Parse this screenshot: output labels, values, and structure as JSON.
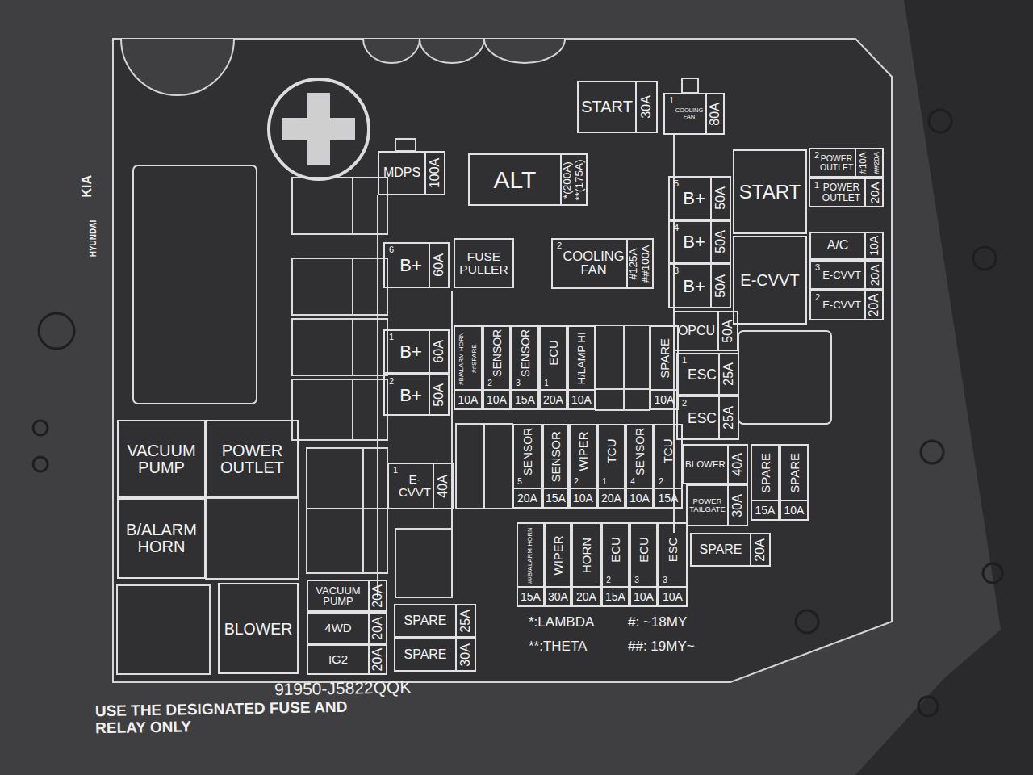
{
  "diagram": {
    "nodes": [
      {
        "text": [
          "START",
          "30A"
        ]
      },
      {
        "text": [
          "1",
          "COOLING FAN",
          "80A"
        ]
      },
      {
        "text": [
          "MDPS",
          "100A"
        ]
      },
      {
        "text": [
          "ALT",
          "*(200A)",
          "**(175A)"
        ]
      },
      {
        "text": [
          "START"
        ]
      },
      {
        "text": [
          "2",
          "POWER OUTLET",
          "#10A",
          "##20A"
        ]
      },
      {
        "text": [
          "1",
          "POWER OUTLET",
          "20A"
        ]
      },
      {
        "text": [
          "5",
          "B+",
          "50A"
        ]
      },
      {
        "text": [
          "4",
          "B+",
          "50A"
        ]
      },
      {
        "text": [
          "6",
          "B+",
          "60A"
        ]
      },
      {
        "text": [
          "FUSE PULLER"
        ]
      },
      {
        "text": [
          "2",
          "COOLING FAN",
          "#125A",
          "##100A"
        ]
      },
      {
        "text": [
          "A/C",
          "10A"
        ]
      },
      {
        "text": [
          "3",
          "B+",
          "50A"
        ]
      },
      {
        "text": [
          "E-CVVT"
        ]
      },
      {
        "text": [
          "3",
          "E-CVVT",
          "20A"
        ]
      },
      {
        "text": [
          "2",
          "E-CVVT",
          "20A"
        ]
      },
      {
        "text": [
          "OPCU",
          "50A"
        ]
      },
      {
        "text": [
          "1",
          "B+",
          "60A"
        ]
      },
      {
        "text": [
          "#B/ALARM HORN",
          "##SPARE",
          "10A"
        ]
      },
      {
        "text": [
          "2",
          "SENSOR",
          "10A"
        ]
      },
      {
        "text": [
          "3",
          "SENSOR",
          "15A"
        ]
      },
      {
        "text": [
          "1",
          "ECU",
          "20A"
        ]
      },
      {
        "text": [
          "H/LAMP HI",
          "10A"
        ]
      },
      {
        "text": [
          "SPARE",
          "10A"
        ]
      },
      {
        "text": [
          "1",
          "ESC",
          "25A"
        ]
      },
      {
        "text": [
          "2",
          "B+",
          "50A"
        ]
      },
      {
        "text": [
          "2",
          "ESC",
          "25A"
        ]
      },
      {
        "text": [
          "VACUUM PUMP"
        ]
      },
      {
        "text": [
          "POWER OUTLET"
        ]
      },
      {
        "text": [
          "1",
          "E- CVVT",
          "40A"
        ]
      },
      {
        "text": [
          "5",
          "SENSOR",
          "20A"
        ]
      },
      {
        "text": [
          "SENSOR",
          "15A"
        ]
      },
      {
        "text": [
          "2",
          "WIPER",
          "10A"
        ]
      },
      {
        "text": [
          "1",
          "TCU",
          "20A"
        ]
      },
      {
        "text": [
          "4",
          "SENSOR",
          "10A"
        ]
      },
      {
        "text": [
          "2",
          "TCU",
          "15A"
        ]
      },
      {
        "text": [
          "BLOWER",
          "40A"
        ]
      },
      {
        "text": [
          "SPARE",
          "15A"
        ]
      },
      {
        "text": [
          "SPARE",
          "10A"
        ]
      },
      {
        "text": [
          "POWER TAILGATE",
          "30A"
        ]
      },
      {
        "text": [
          "B/ALARM HORN"
        ]
      },
      {
        "text": [
          "##B/ALARM HORN",
          "15A"
        ]
      },
      {
        "text": [
          "WIPER",
          "30A"
        ]
      },
      {
        "text": [
          "HORN",
          "20A"
        ]
      },
      {
        "text": [
          "2",
          "ECU",
          "15A"
        ]
      },
      {
        "text": [
          "3",
          "ECU",
          "10A"
        ]
      },
      {
        "text": [
          "3",
          "ESC",
          "10A"
        ]
      },
      {
        "text": [
          "SPARE",
          "20A"
        ]
      },
      {
        "text": [
          "VACUUM PUMP",
          "20A"
        ]
      },
      {
        "text": [
          "BLOWER"
        ]
      },
      {
        "text": [
          "SPARE",
          "25A"
        ]
      },
      {
        "text": [
          "4WD",
          "20A"
        ]
      },
      {
        "text": [
          "SPARE",
          "30A"
        ]
      },
      {
        "text": [
          "IG2",
          "20A"
        ]
      }
    ],
    "labels": [
      "*:LAMBDA",
      "#: ~18MY",
      "**:THETA",
      "##: 19MY~",
      "91950-J5822QQK",
      "USE THE DESIGNATED FUSE AND RELAY ONLY",
      "KIA",
      "HYUNDAI"
    ]
  }
}
